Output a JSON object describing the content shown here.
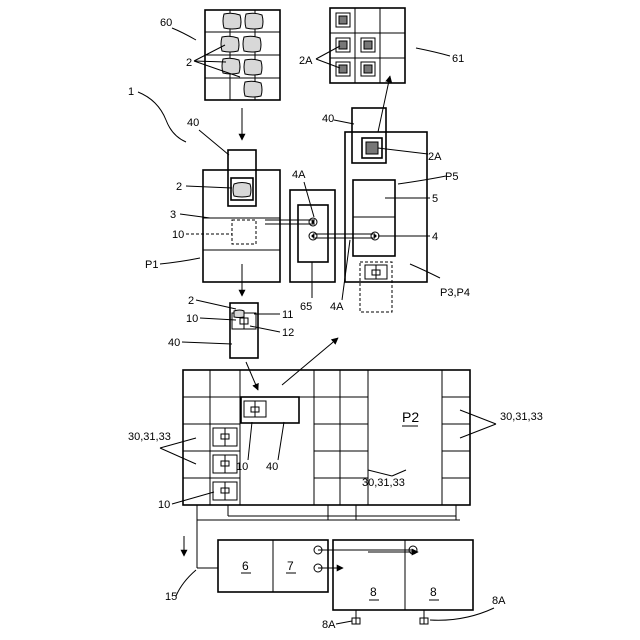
{
  "figure": {
    "labels": {
      "l60": "60",
      "l2_top": "2",
      "l61": "61",
      "l2A_grid": "2A",
      "l1": "1",
      "l40_a": "40",
      "l40_b": "40",
      "l2A_b": "2A",
      "l2_b": "2",
      "l3": "3",
      "l10_a": "10",
      "lP1": "P1",
      "l4A_top": "4A",
      "lP5": "P5",
      "l5": "5",
      "l4": "4",
      "lP3P4": "P3,P4",
      "l4A_mid": "4A",
      "l65": "65",
      "l2_c": "2",
      "l10_c": "10",
      "l11": "11",
      "l12": "12",
      "l40_c": "40",
      "l30_left": "30,31,33",
      "l10_d": "10",
      "l40_d": "40",
      "lP2": "P2",
      "l30_mid": "30,31,33",
      "l30_right": "30,31,33",
      "l10_e": "10",
      "l15": "15",
      "l6": "6",
      "l7": "7",
      "l8_a": "8",
      "l8_b": "8",
      "l8A_a": "8A",
      "l8A_b": "8A"
    }
  }
}
